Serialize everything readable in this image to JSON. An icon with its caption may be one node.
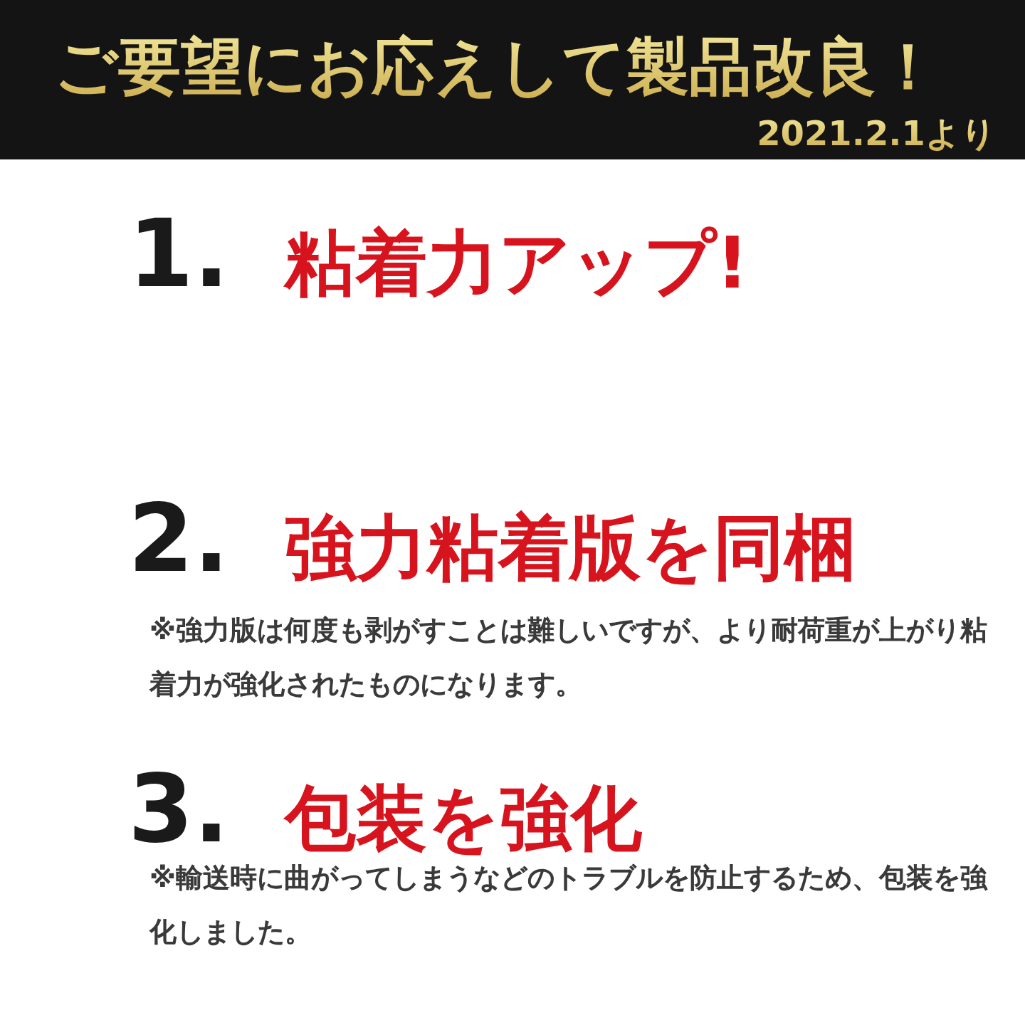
{
  "diagram": {
    "title": "ご要望にお応えして製品改良！",
    "labels": [
      "2021.2.1より",
      "1.",
      "粘着力アップ!",
      "2.",
      "強力粘着版を同梱",
      "※強力版は何度も剥がすことは難しいですが、より耐荷重が上がり粘着力が強化されたものになります。",
      "3.",
      "包装を強化",
      "※輸送時に曲がってしまうなどのトラブルを防止するため、包装を強化しました。"
    ]
  }
}
